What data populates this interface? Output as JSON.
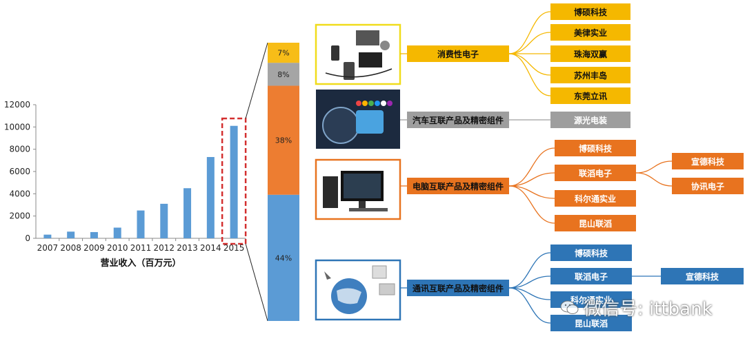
{
  "chart_data": [
    {
      "type": "bar",
      "categories": [
        "2007",
        "2008",
        "2009",
        "2010",
        "2011",
        "2012",
        "2013",
        "2014",
        "2015"
      ],
      "values": [
        330,
        600,
        560,
        960,
        2500,
        3100,
        4500,
        7300,
        10100
      ],
      "ylim": [
        0,
        12000
      ],
      "yticks": [
        "0",
        "2000",
        "4000",
        "6000",
        "8000",
        "10000",
        "12000"
      ],
      "xlabel": "营业收入（百万元）",
      "grid": false,
      "color": "#5b9bd5",
      "highlight_color": "#d32f2f"
    },
    {
      "type": "bar",
      "stacked": true,
      "segments": [
        {
          "label": "44%",
          "value": 44,
          "color": "#5b9bd5"
        },
        {
          "label": "38%",
          "value": 38,
          "color": "#ed7d31"
        },
        {
          "label": "8%",
          "value": 8,
          "color": "#a5a5a5"
        },
        {
          "label": "7%",
          "value": 7,
          "color": "#f7bd18"
        }
      ]
    }
  ],
  "categories": [
    {
      "key": "consumer",
      "label": "消费性电子",
      "color": "#f5b800",
      "frame_color": "#f0dc1a",
      "children": [
        "博硕科技",
        "美律实业",
        "珠海双赢",
        "苏州丰岛",
        "东莞立讯"
      ]
    },
    {
      "key": "auto",
      "label": "汽车互联产品及精密组件",
      "color": "#9e9e9e",
      "frame_color": "#9e9e9e",
      "children": [
        "源光电装"
      ]
    },
    {
      "key": "pc",
      "label": "电脑互联产品及精密组件",
      "color": "#e8731f",
      "frame_color": "#e8731f",
      "children": [
        "博硕科技",
        "联滔电子",
        "科尔通实业",
        "昆山联滔"
      ],
      "subchildren": [
        "宣德科技",
        "协讯电子"
      ]
    },
    {
      "key": "comm",
      "label": "通讯互联产品及精密组件",
      "color": "#2e75b6",
      "frame_color": "#2e75b6",
      "children": [
        "博硕科技",
        "联滔电子",
        "科尔通实业",
        "昆山联滔"
      ],
      "subchildren": [
        "宣德科技"
      ]
    }
  ],
  "watermark": "微信号: ittbank"
}
